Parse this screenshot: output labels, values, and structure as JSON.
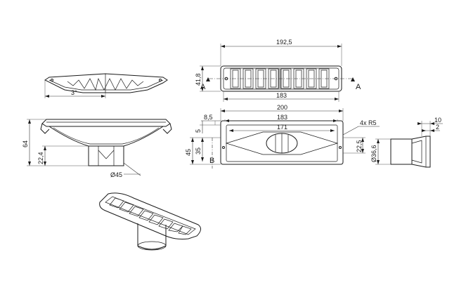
{
  "top_view": {
    "overall_length": "192,5",
    "height": "41,8",
    "inner_length": "183",
    "section_left": "A",
    "section_right": "A"
  },
  "side_profile": {
    "angle": "3°"
  },
  "front_section": {
    "height_total": "64",
    "height_lower": "22,4",
    "diameter": "Ø45"
  },
  "plan_view": {
    "width_total": "200",
    "width_mid": "183",
    "width_inner": "171",
    "offset_left": "8,5",
    "offset_top": "5",
    "height_total": "45",
    "height_inner": "35",
    "right_height": "22,5",
    "corner_radius": "4x R5",
    "section_label": "B"
  },
  "nozzle_view": {
    "diameter": "Ø36,6",
    "dim_top": "10",
    "dim_small": "2"
  }
}
